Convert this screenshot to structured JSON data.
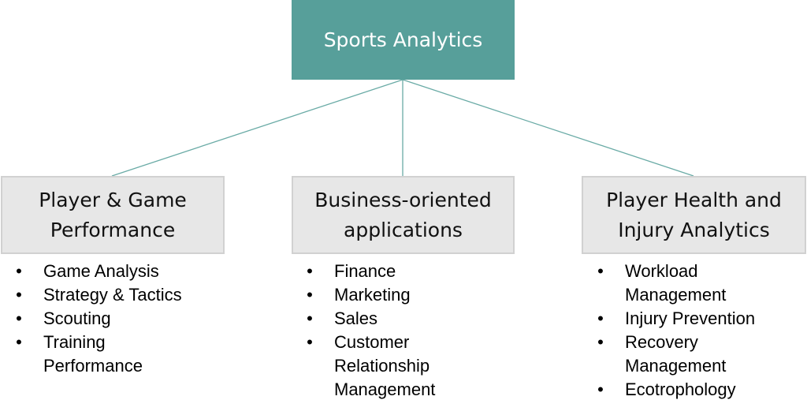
{
  "root": {
    "label": "Sports Analytics",
    "color": "#579f9a"
  },
  "connector_color": "#6aaba6",
  "categories": [
    {
      "title": "Player & Game\nPerformance",
      "items": [
        "Game Analysis",
        "Strategy & Tactics",
        "Scouting",
        "Training\nPerformance"
      ]
    },
    {
      "title": "Business-oriented\napplications",
      "items": [
        "Finance",
        "Marketing",
        "Sales",
        "Customer\nRelationship\nManagement"
      ]
    },
    {
      "title": "Player Health and\nInjury Analytics",
      "items": [
        "Workload\nManagement",
        "Injury Prevention",
        "Recovery\nManagement",
        "Ecotrophology"
      ]
    }
  ],
  "bullet_glyph": "•"
}
